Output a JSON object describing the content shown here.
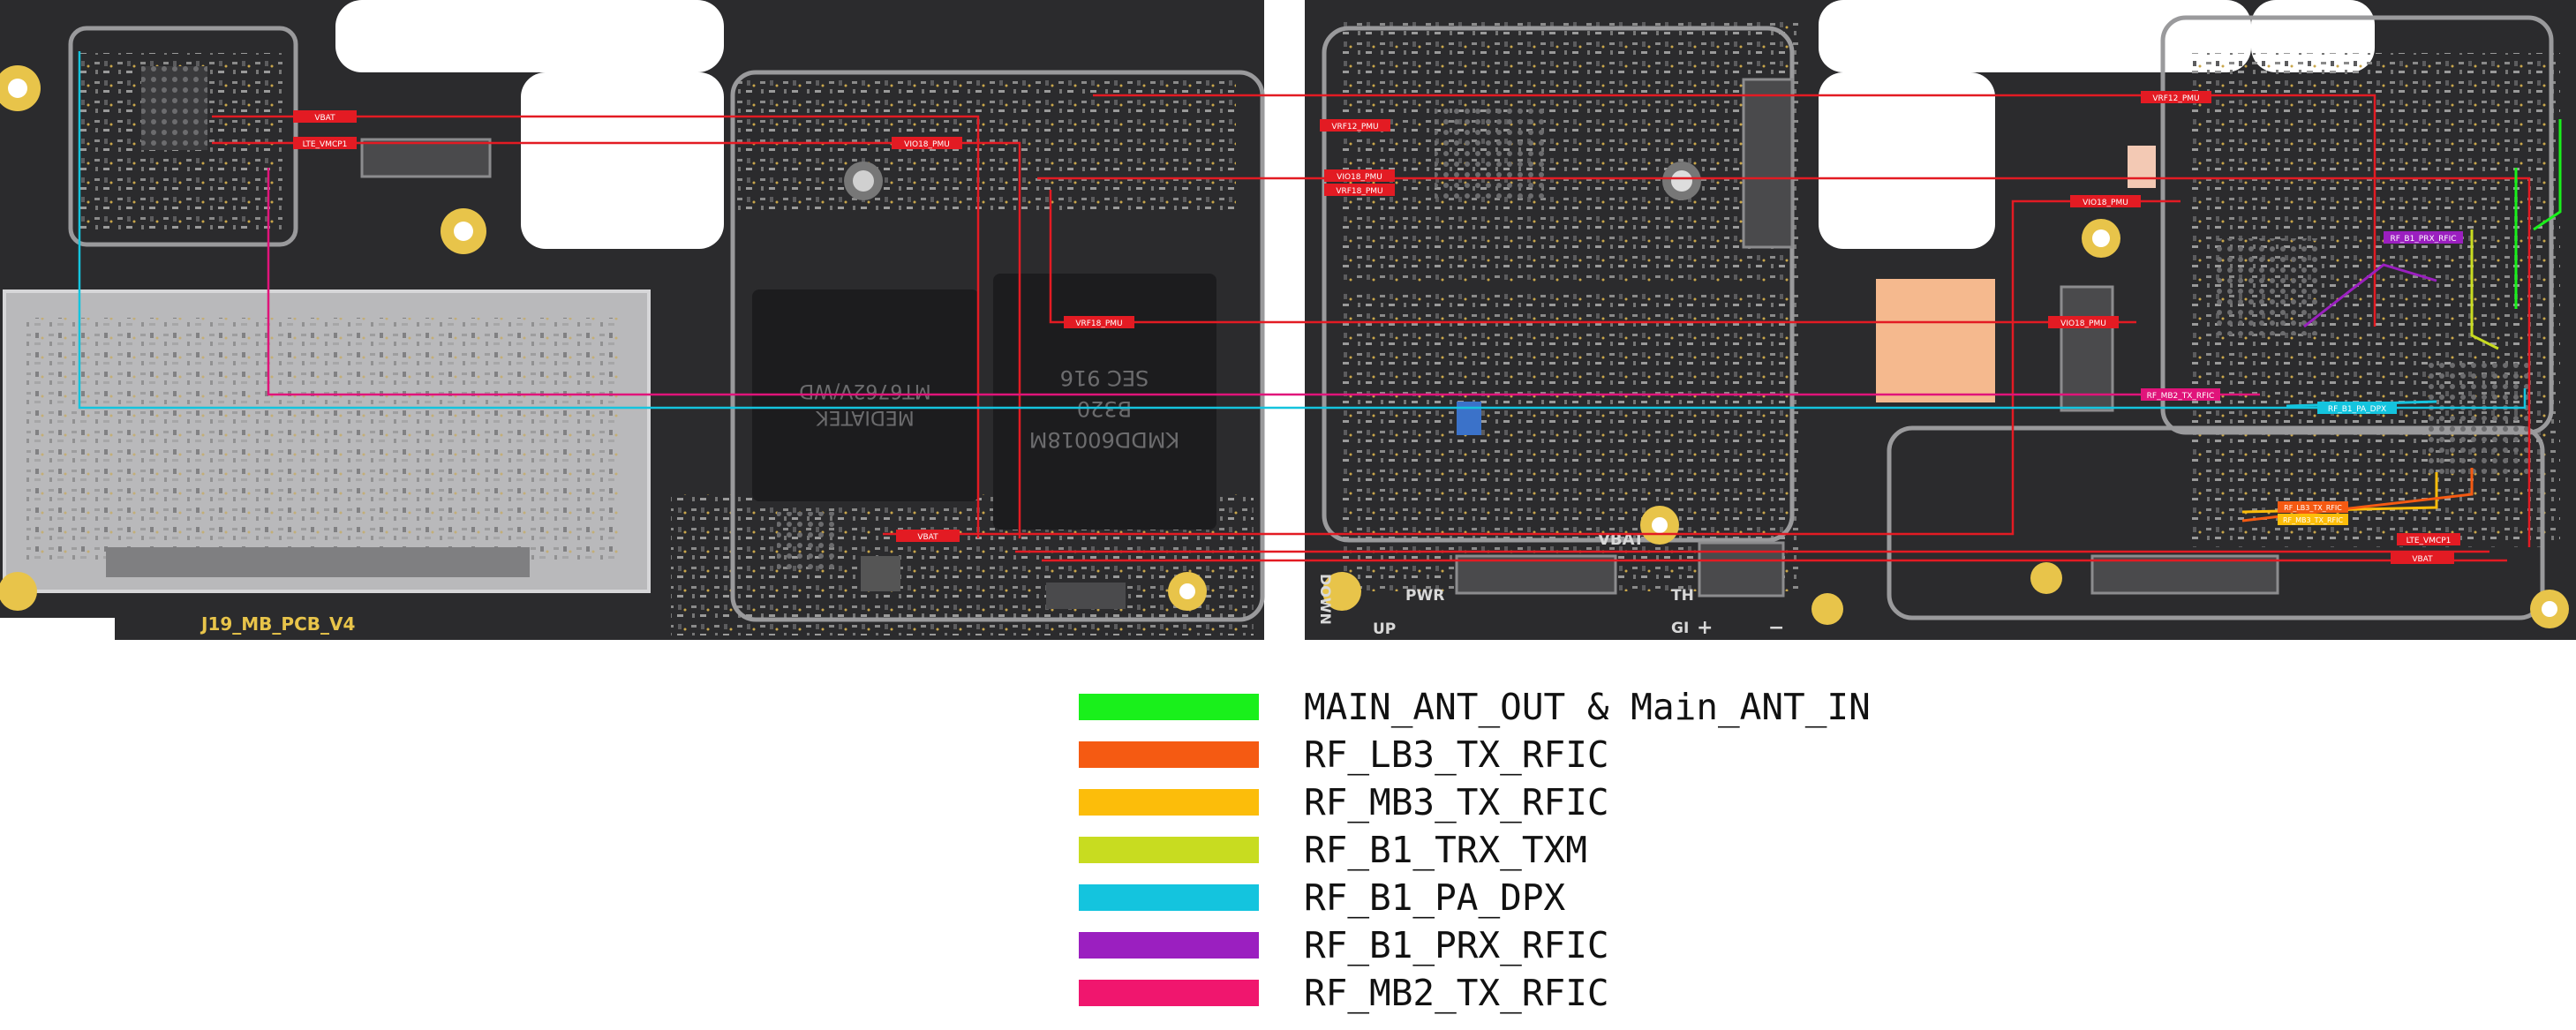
{
  "board": {
    "pcb_label": "J19_MB_PCB_V4",
    "chips": {
      "mediatek_lines": [
        "MEDIATEK",
        "MT6762V/WD"
      ],
      "memory_lines": [
        "KMDD60018M",
        "B320",
        "SEC 916"
      ]
    },
    "silk": {
      "vbat": "VBAT",
      "pwr": "PWR",
      "up": "UP",
      "down": "DOWN",
      "th": "TH",
      "gi": "GI",
      "plus": "+",
      "minus": "−"
    },
    "net_tags": {
      "vbat_a": "VBAT",
      "lte_vmcp1_a": "LTE_VMCP1",
      "vio18_a": "VIO18_PMU",
      "vrf12_a": "VRF12_PMU",
      "vio18_b": "VIO18_PMU",
      "vrf18_b": "VRF18_PMU",
      "vrf18_a": "VRF18_PMU",
      "vbat_b": "VBAT",
      "vrf12_b": "VRF12_PMU",
      "vio18_c": "VIO18_PMU",
      "vio18_d": "VIO18_PMU",
      "rf_mb2_tx": "RF_MB2_TX_RFIC",
      "rf_b1_pa": "RF_B1_PA_DPX",
      "rf_b1_prx": "RF_B1_PRX_RFIC",
      "rf_lb3_tx": "RF_LB3_TX_RFIC",
      "rf_mb3_tx": "RF_MB3_TX_RFIC",
      "lte_vmcp1_b": "LTE_VMCP1",
      "vbat_c": "VBAT"
    },
    "colors": {
      "board_dark": "#2a2a2c",
      "board_edge": "#1b1b1d",
      "shield_line": "#9a9a9c",
      "gold": "#e8c44a",
      "sim_metal": "#b9b9bb",
      "net_red": "#e31b23",
      "cyan": "#14c4de",
      "magenta": "#e0147a",
      "green": "#19f01b",
      "orange": "#f55a12",
      "yellow": "#fcbd0a",
      "lime": "#c8dc20",
      "purple": "#9b1fc0",
      "watermark": "#f4b8bd"
    }
  },
  "legend": {
    "items": [
      {
        "label": "MAIN_ANT_OUT & Main_ANT_IN",
        "color": "#19f01b"
      },
      {
        "label": "RF_LB3_TX_RFIC",
        "color": "#f55a12"
      },
      {
        "label": "RF_MB3_TX_RFIC",
        "color": "#fcbd0a"
      },
      {
        "label": "RF_B1_TRX_TXM",
        "color": "#c8dc20"
      },
      {
        "label": "RF_B1_PA_DPX",
        "color": "#14c4de"
      },
      {
        "label": "RF_B1_PRX_RFIC",
        "color": "#9b1fc0"
      },
      {
        "label": "RF_MB2_TX_RFIC",
        "color": "#f0166e"
      }
    ]
  }
}
